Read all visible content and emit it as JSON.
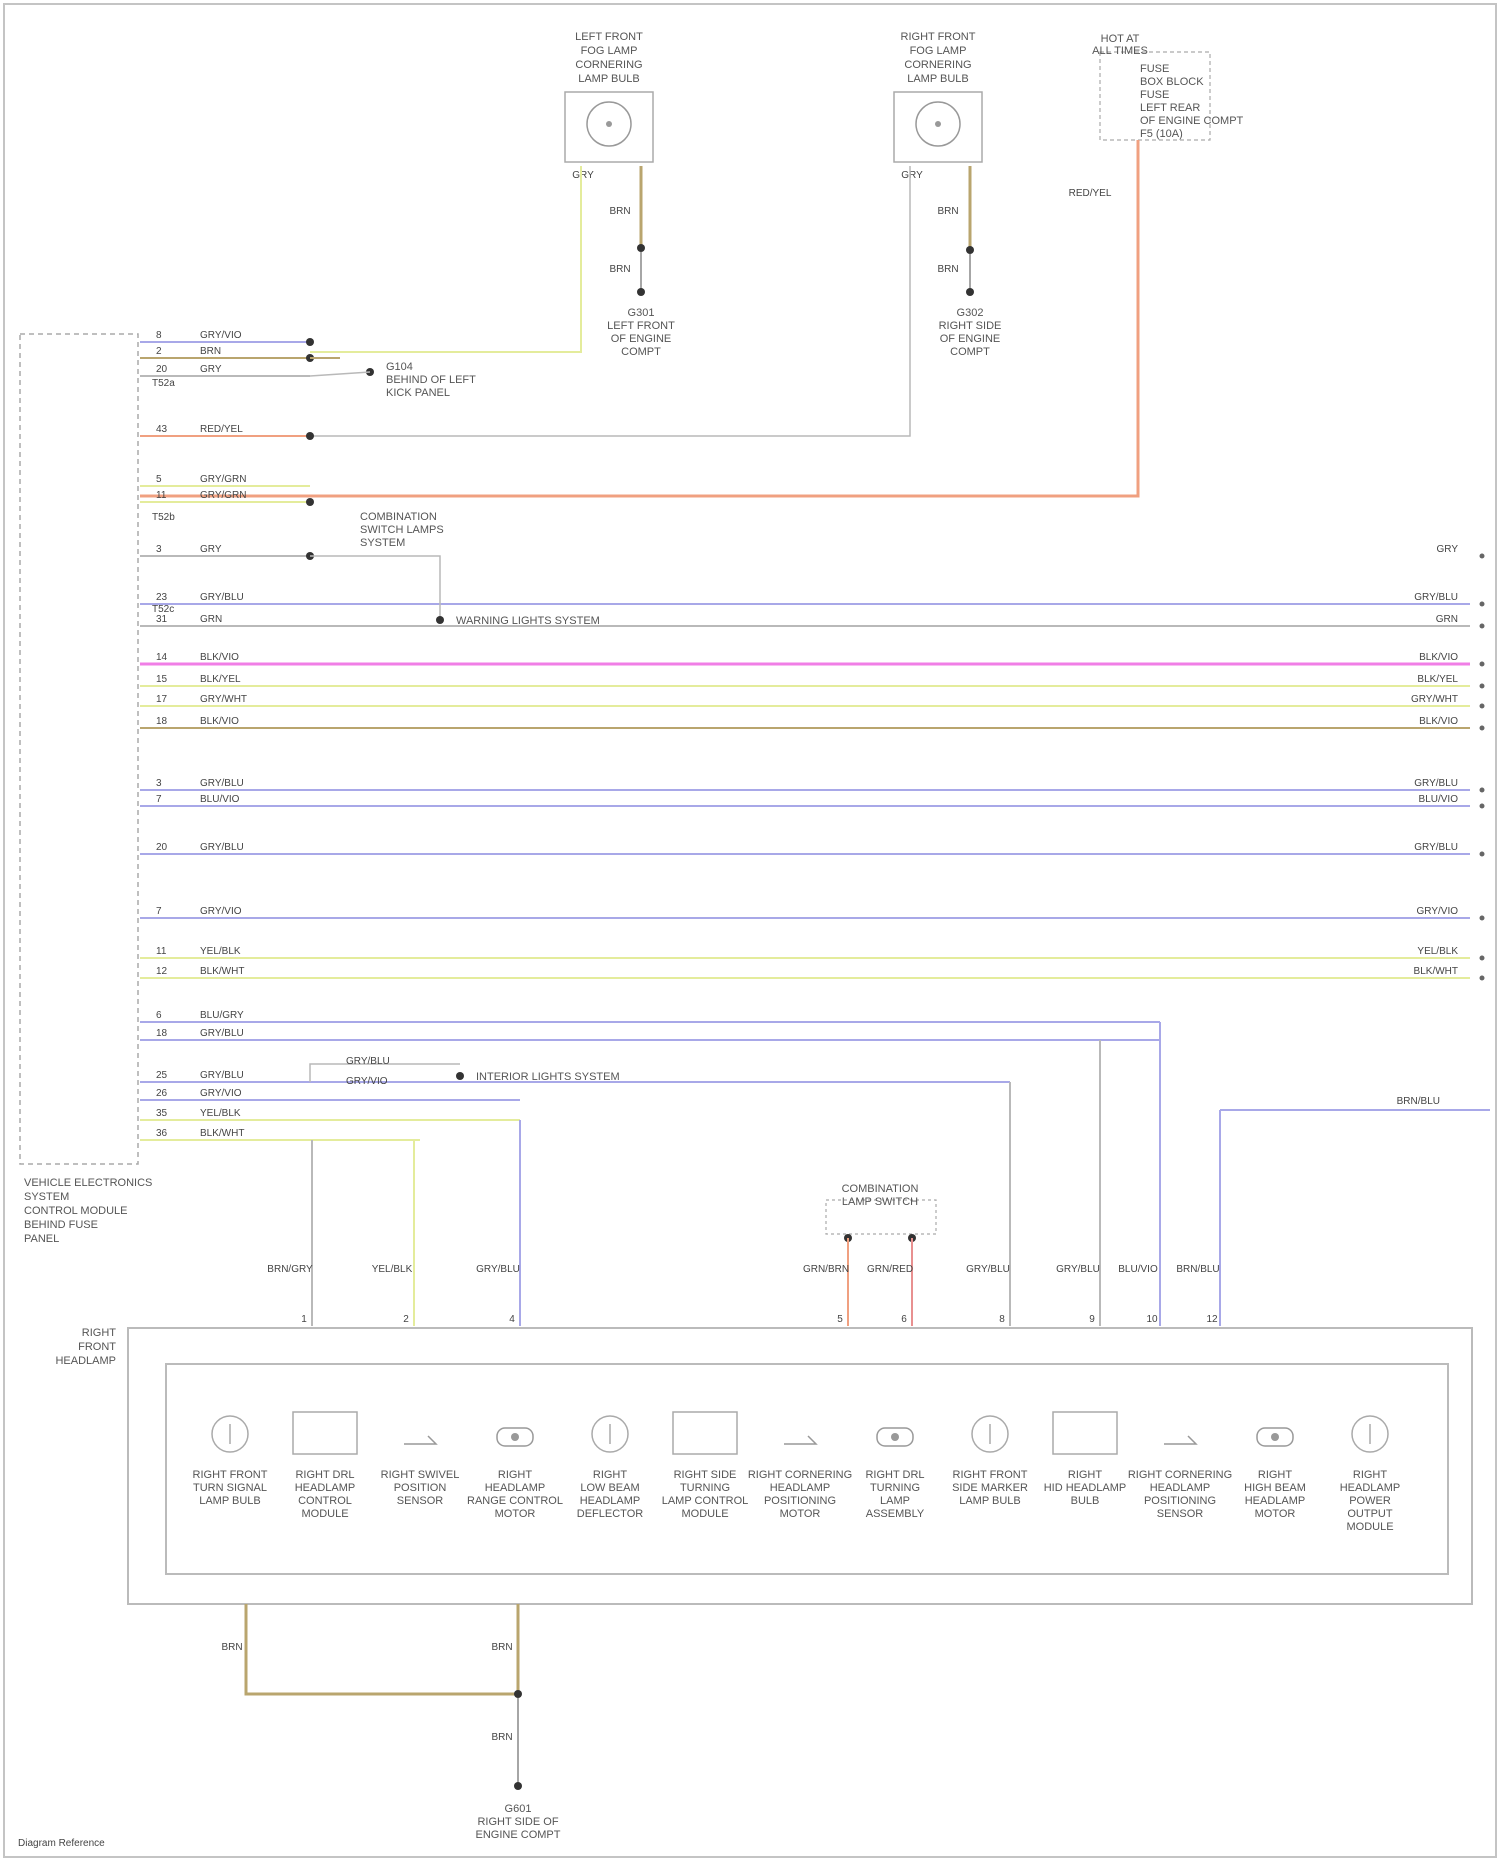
{
  "diagram": {
    "pcm_label": [
      "VEHICLE ELECTRONICS",
      "SYSTEM",
      "CONTROL MODULE",
      "BEHIND FUSE",
      "PANEL"
    ],
    "rh_module_label": [
      "RIGHT",
      "FRONT",
      "HEADLAMP"
    ],
    "top_devices": [
      {
        "label": [
          "LEFT FRONT",
          "FOG LAMP",
          "CORNERING",
          "LAMP BULB"
        ]
      },
      {
        "label": [
          "RIGHT FRONT",
          "FOG LAMP",
          "CORNERING",
          "LAMP BULB"
        ]
      }
    ],
    "relay": {
      "title": [
        "HOT AT",
        "ALL TIMES"
      ],
      "lines": [
        "FUSE",
        "BOX BLOCK",
        "FUSE",
        "LEFT REAR",
        "OF ENGINE COMPT",
        "F5 (10A)"
      ],
      "wire": "RED/YEL"
    },
    "top_wires": [
      {
        "color": "GRY/WHT",
        "label": "GRY"
      },
      {
        "color": "BRN",
        "label": "BRN"
      },
      {
        "color": "BRN",
        "label": "BRN"
      },
      {
        "color": "GRY",
        "label": "GRY"
      },
      {
        "color": "BRN",
        "label": "BRN"
      },
      {
        "color": "BRN",
        "label": "BRN"
      }
    ],
    "grounds": [
      {
        "label": [
          "G301",
          "LEFT FRONT",
          "OF ENGINE",
          "COMPT"
        ]
      },
      {
        "label": [
          "G302",
          "RIGHT SIDE",
          "OF ENGINE",
          "COMPT"
        ]
      },
      {
        "label": [
          "G601",
          "RIGHT SIDE OF",
          "ENGINE COMPT"
        ]
      }
    ],
    "side_notes": [
      {
        "text": [
          "G104",
          "BEHIND OF LEFT",
          "KICK PANEL"
        ]
      },
      {
        "text": [
          "COMBINATION",
          "SWITCH LAMPS",
          "SYSTEM"
        ]
      },
      {
        "text": [
          "WARNING LIGHTS SYSTEM"
        ]
      },
      {
        "text": [
          "INTERIOR LIGHTS SYSTEM"
        ]
      },
      {
        "text": [
          "COMBINATION",
          "LAMP SWITCH"
        ]
      }
    ],
    "connectors": [
      "T52a",
      "T52b",
      "T52c"
    ],
    "bus_wires": [
      {
        "pin": "8",
        "color": "GRY/VIO",
        "right": ""
      },
      {
        "pin": "2",
        "color": "BRN",
        "right": ""
      },
      {
        "pin": "20",
        "color": "GRY",
        "right": ""
      },
      {
        "pin": "43",
        "color": "RED/YEL",
        "right": ""
      },
      {
        "pin": "5",
        "color": "GRY/GRN",
        "right": ""
      },
      {
        "pin": "11",
        "color": "GRY/GRN",
        "right": ""
      },
      {
        "pin": "3",
        "color": "GRY",
        "right": "GRY"
      },
      {
        "pin": "23",
        "color": "GRY/BLU",
        "right": "GRY/BLU"
      },
      {
        "pin": "31",
        "color": "GRN",
        "right": "GRN"
      },
      {
        "pin": "14",
        "color": "BLK/VIO",
        "right": "BLK/VIO"
      },
      {
        "pin": "15",
        "color": "BLK/YEL",
        "right": "BLK/YEL"
      },
      {
        "pin": "17",
        "color": "GRY/WHT",
        "right": "GRY/WHT"
      },
      {
        "pin": "18",
        "color": "BLK/VIO",
        "right": "BLK/VIO"
      },
      {
        "pin": "3",
        "color": "GRY/BLU",
        "right": "GRY/BLU"
      },
      {
        "pin": "7",
        "color": "BLU/VIO",
        "right": "BLU/VIO"
      },
      {
        "pin": "20",
        "color": "GRY/BLU",
        "right": "GRY/BLU"
      },
      {
        "pin": "7",
        "color": "GRY/VIO",
        "right": "GRY/VIO"
      },
      {
        "pin": "11",
        "color": "YEL/BLK",
        "right": "YEL/BLK"
      },
      {
        "pin": "12",
        "color": "BLK/WHT",
        "right": "BLK/WHT"
      },
      {
        "pin": "6",
        "color": "BLU/GRY",
        "right": ""
      },
      {
        "pin": "18",
        "color": "GRY/BLU",
        "right": ""
      },
      {
        "pin": "25",
        "color": "GRY/BLU",
        "right": ""
      },
      {
        "pin": "26",
        "color": "GRY/VIO",
        "right": ""
      },
      {
        "pin": "35",
        "color": "YEL/BLK",
        "right": ""
      },
      {
        "pin": "36",
        "color": "BLK/WHT",
        "right": ""
      }
    ],
    "bottom_wires": [
      {
        "pin": "1",
        "label": "BRN/GRY"
      },
      {
        "pin": "2",
        "label": "YEL/BLK"
      },
      {
        "pin": "4",
        "label": "GRY/BLU"
      },
      {
        "pin": "5",
        "label": "GRN/BRN"
      },
      {
        "pin": "6",
        "label": "GRN/RED"
      },
      {
        "pin": "8",
        "label": "GRY/BLU"
      },
      {
        "pin": "9",
        "label": "GRY/BLU"
      },
      {
        "pin": "10",
        "label": "BLU/VIO"
      },
      {
        "pin": "12",
        "label": "BRN/BLU"
      }
    ],
    "right_feed": "BRN/BLU",
    "components": [
      {
        "label": [
          "RIGHT FRONT",
          "TURN SIGNAL",
          "LAMP BULB"
        ]
      },
      {
        "label": [
          "RIGHT DRL",
          "HEADLAMP",
          "CONTROL",
          "MODULE"
        ]
      },
      {
        "label": [
          "RIGHT SWIVEL",
          "POSITION",
          "SENSOR"
        ]
      },
      {
        "label": [
          "RIGHT",
          "HEADLAMP",
          "RANGE CONTROL",
          "MOTOR"
        ]
      },
      {
        "label": [
          "RIGHT",
          "LOW BEAM",
          "HEADLAMP",
          "DEFLECTOR"
        ]
      },
      {
        "label": [
          "RIGHT SIDE",
          "TURNING",
          "LAMP CONTROL",
          "MODULE"
        ]
      },
      {
        "label": [
          "RIGHT CORNERING",
          "HEADLAMP",
          "POSITIONING",
          "MOTOR"
        ]
      },
      {
        "label": [
          "RIGHT DRL",
          "TURNING",
          "LAMP",
          "ASSEMBLY"
        ]
      },
      {
        "label": [
          "RIGHT FRONT",
          "SIDE MARKER",
          "LAMP BULB"
        ]
      },
      {
        "label": [
          "RIGHT",
          "HID HEADLAMP",
          "BULB"
        ]
      },
      {
        "label": [
          "RIGHT CORNERING",
          "HEADLAMP",
          "POSITIONING",
          "SENSOR"
        ]
      },
      {
        "label": [
          "RIGHT",
          "HIGH BEAM",
          "HEADLAMP",
          "MOTOR"
        ]
      },
      {
        "label": [
          "RIGHT",
          "HEADLAMP",
          "POWER",
          "OUTPUT",
          "MODULE"
        ]
      }
    ],
    "footer": "Diagram Reference",
    "colors": {
      "GRY": "#b9b9b9",
      "BRN": "#b9a56e",
      "ORG": "#f0a080",
      "YEL": "#e4ec9c",
      "VIO": "#a8a8e8",
      "PNK": "#f07ee6",
      "RED": "#e89090",
      "frame": "#c4c4c4"
    }
  }
}
